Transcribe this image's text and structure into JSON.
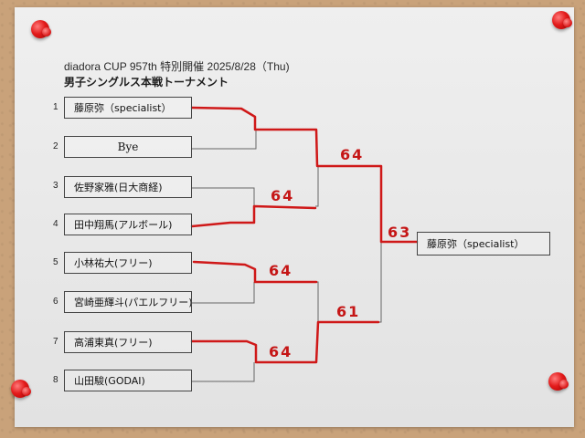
{
  "header": {
    "title": "diadora CUP 957th 特別開催 2025/8/28（Thu)",
    "subtitle": "男子シングルス本戦トーナメント"
  },
  "entrants": [
    {
      "seed": "1",
      "name": "藤原弥（specialist）"
    },
    {
      "seed": "2",
      "name": "Bye"
    },
    {
      "seed": "3",
      "name": "佐野家雅(日大商経)"
    },
    {
      "seed": "4",
      "name": "田中翔馬(アルボール)"
    },
    {
      "seed": "5",
      "name": "小林祐大(フリー)"
    },
    {
      "seed": "6",
      "name": "宮崎亜輝斗(パエルフリー)"
    },
    {
      "seed": "7",
      "name": "高浦東真(フリー)"
    },
    {
      "seed": "8",
      "name": "山田駿(GODAI)"
    }
  ],
  "scores": {
    "qf_3_4": "64",
    "qf_5_6": "64",
    "qf_7_8": "64",
    "sf_top": "64",
    "sf_bottom": "61",
    "final": "63"
  },
  "champion": "藤原弥（specialist）",
  "colors": {
    "winner_line": "#cf1818",
    "loser_line": "#606060"
  }
}
